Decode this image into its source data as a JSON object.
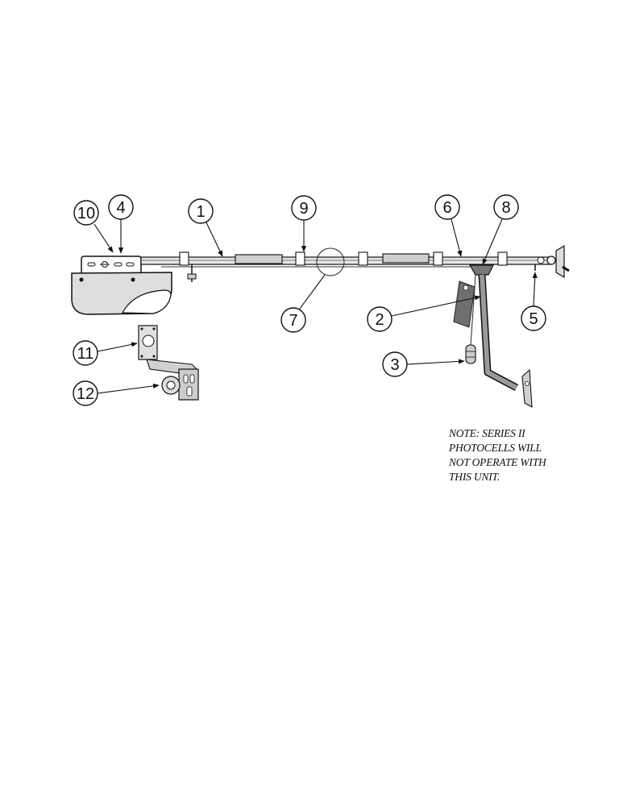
{
  "callout_labels": [
    "1",
    "2",
    "3",
    "4",
    "5",
    "6",
    "7",
    "8",
    "9",
    "10",
    "11",
    "12"
  ],
  "note": {
    "lines": [
      "NOTE: SERIES II",
      "PHOTOCELLS WILL",
      "NOT OPERATE WITH",
      "THIS UNIT."
    ]
  }
}
